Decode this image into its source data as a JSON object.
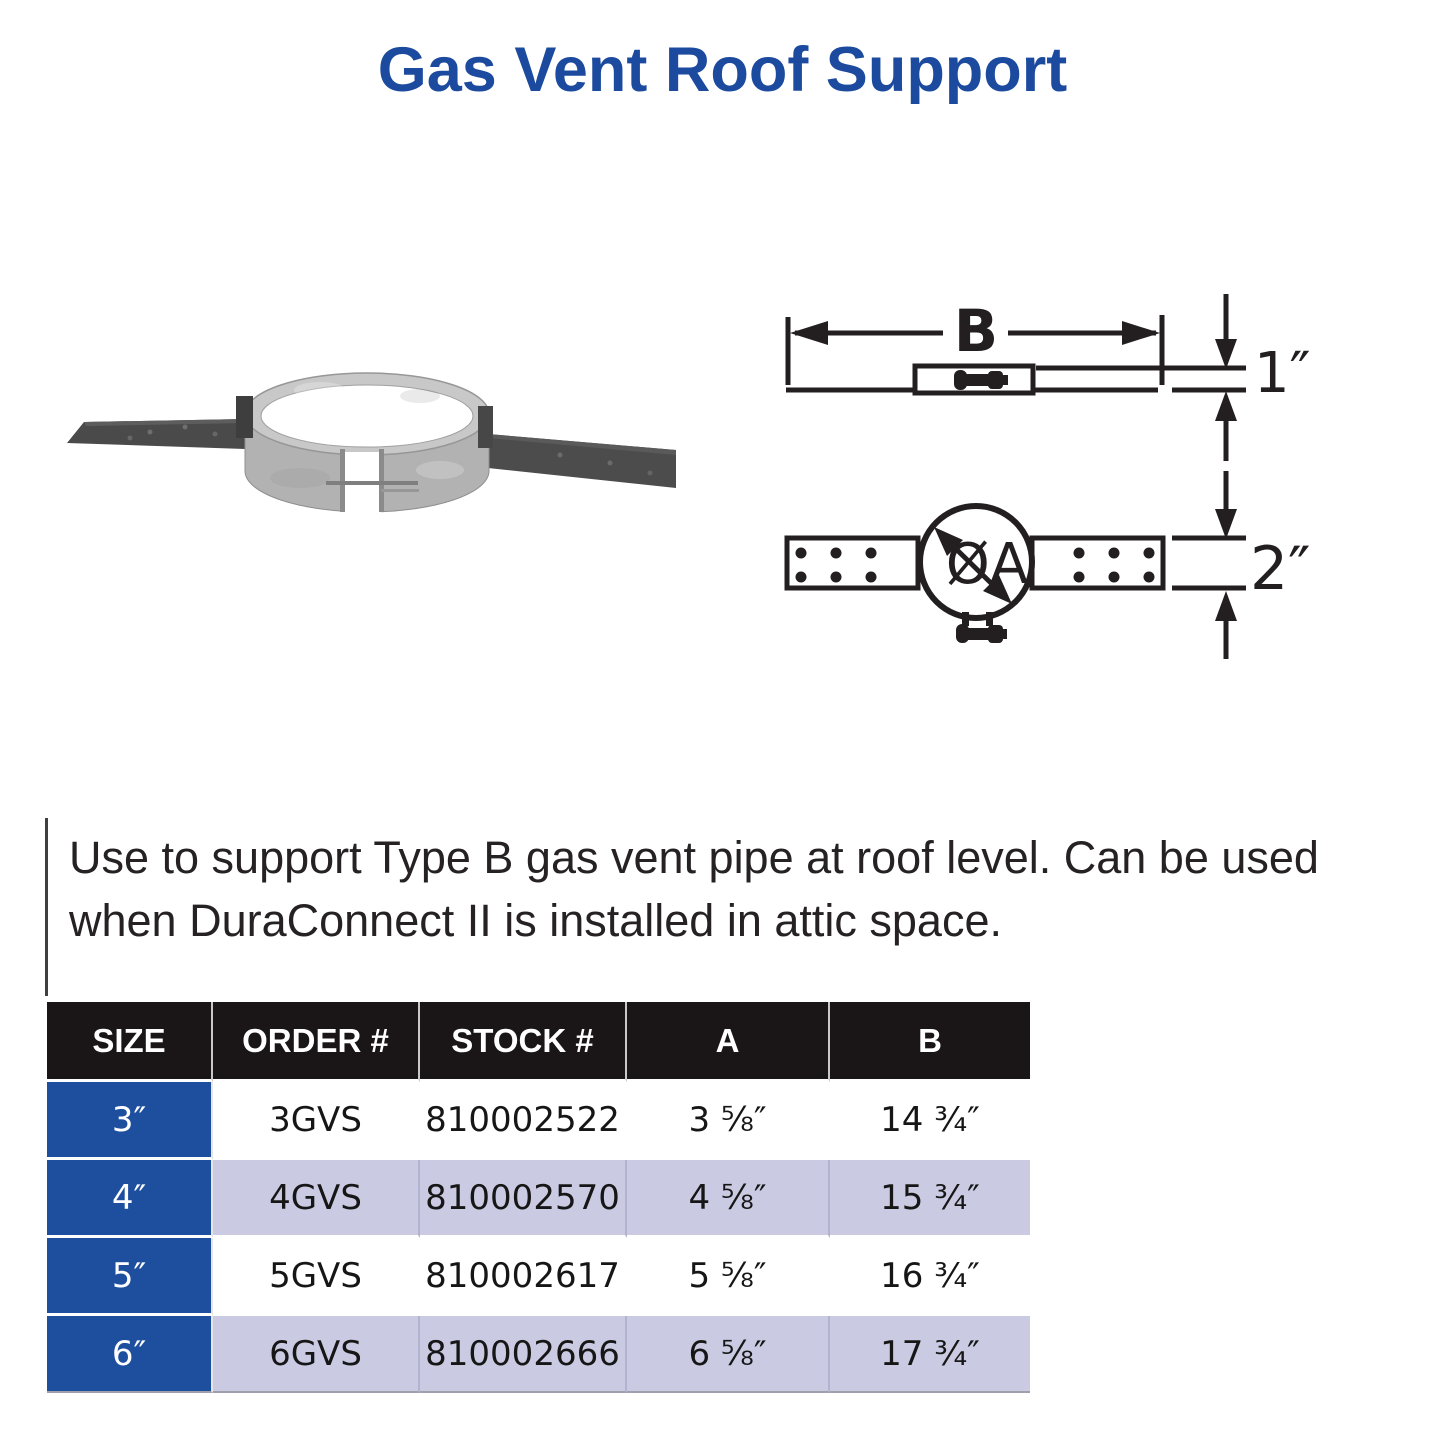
{
  "title": {
    "text": "Gas Vent Roof Support"
  },
  "description": {
    "line1": "Use to support Type B gas vent pipe at roof level. Can be used",
    "line2": "when DuraConnect II is installed in attic space."
  },
  "diagram": {
    "dim_width_label": "B",
    "dim_height_top_label": "1″",
    "dim_height_bottom_label": "2″",
    "diameter_label": "ØA"
  },
  "table": {
    "headers": [
      "SIZE",
      "ORDER #",
      "STOCK #",
      "A",
      "B"
    ],
    "rows": [
      [
        "3″",
        "3GVS",
        "810002522",
        "3 ⅝″",
        "14 ¾″"
      ],
      [
        "4″",
        "4GVS",
        "810002570",
        "4 ⅝″",
        "15 ¾″"
      ],
      [
        "5″",
        "5GVS",
        "810002617",
        "5 ⅝″",
        "16 ¾″"
      ],
      [
        "6″",
        "6GVS",
        "810002666",
        "6 ⅝″",
        "17 ¾″"
      ]
    ]
  },
  "colors": {
    "title_blue": "#1b4a9e",
    "table_header_bg": "#1a1517",
    "size_column_bg": "#1e4f9f",
    "alt_row_bg": "#cacbe3",
    "drawing_ink": "#231f20"
  }
}
